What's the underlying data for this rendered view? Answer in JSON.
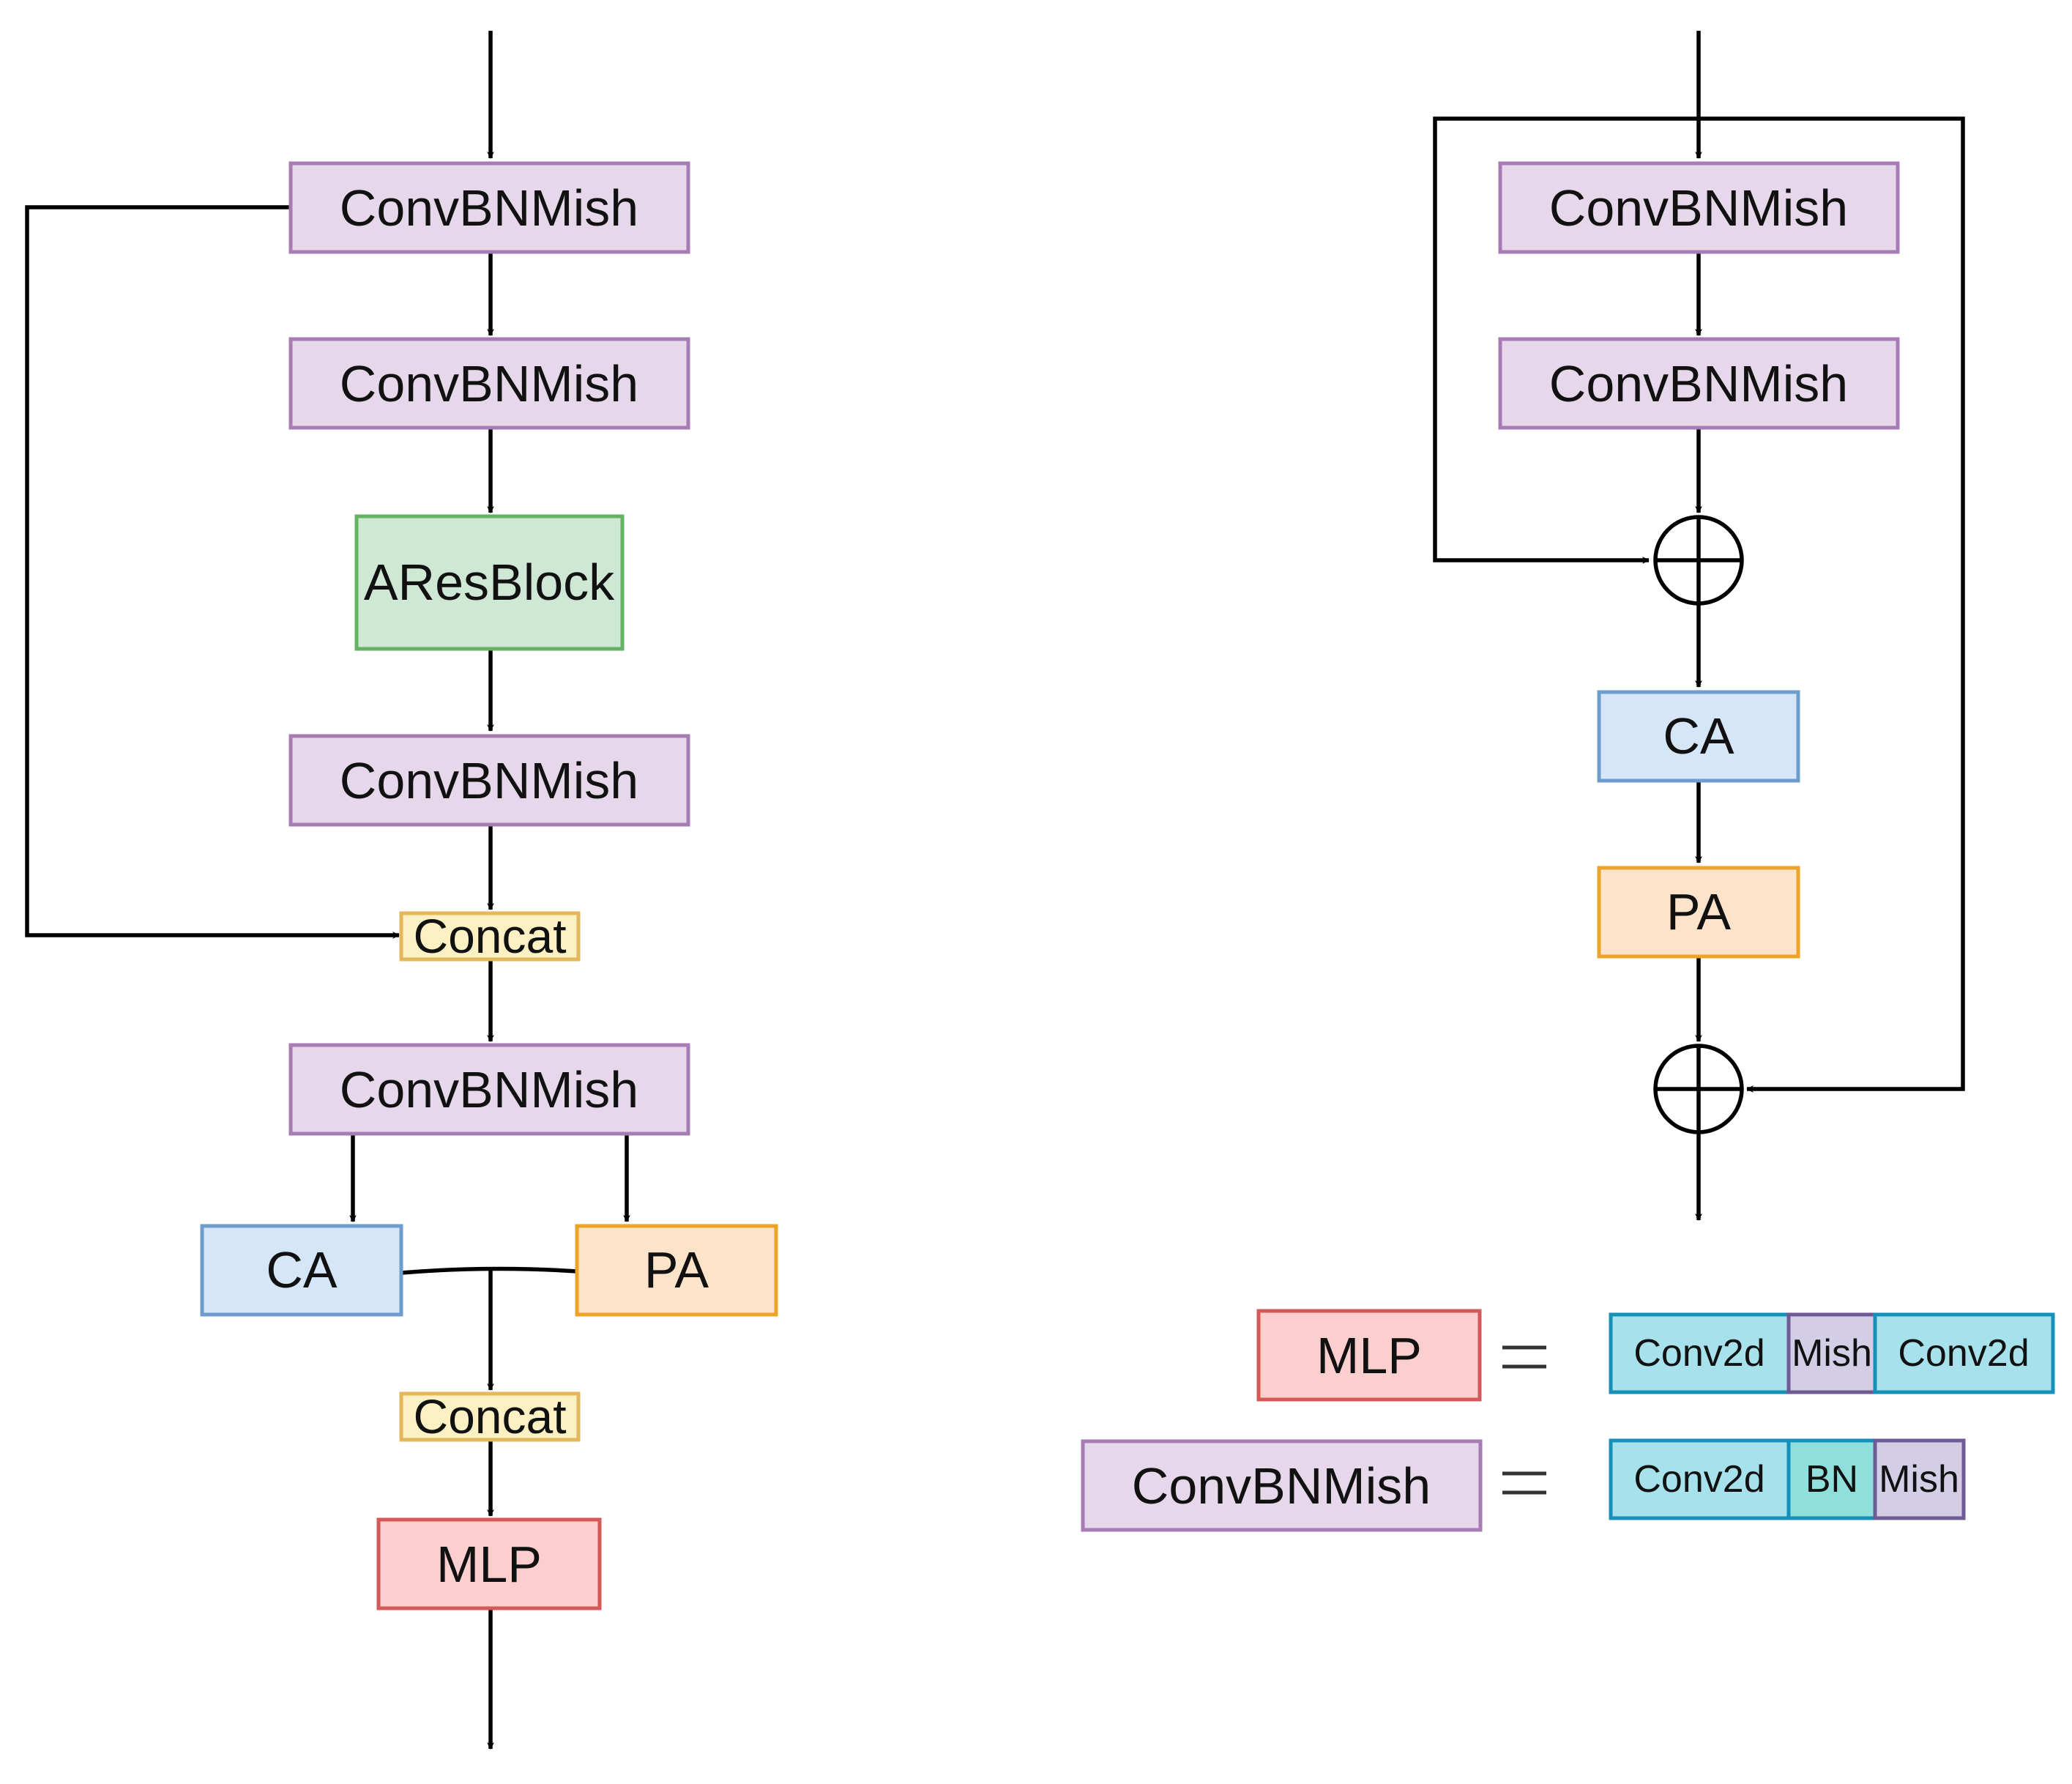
{
  "colors": {
    "convbnmish": {
      "fill": "#e6d8ea",
      "stroke": "#a77bb4"
    },
    "aresblock": {
      "fill": "#cfe8d6",
      "stroke": "#66b264"
    },
    "concat": {
      "fill": "#fdf0c2",
      "stroke": "#e3b75a"
    },
    "ca": {
      "fill": "#d4e6f8",
      "stroke": "#6d9ccd"
    },
    "pa": {
      "fill": "#fde3c9",
      "stroke": "#eba328"
    },
    "mlp": {
      "fill": "#fccfcf",
      "stroke": "#d45a5a"
    },
    "conv2d": {
      "fill": "#a6e1ec",
      "stroke": "#1590b8"
    },
    "bn": {
      "fill": "#8fe0dc",
      "stroke": "#1590b8"
    },
    "mish": {
      "fill": "#d3cde6",
      "stroke": "#6e5a94"
    },
    "line": "#000000"
  },
  "left_module": {
    "convbnmish_1": "ConvBNMish",
    "convbnmish_2": "ConvBNMish",
    "aresblock": "AResBlock",
    "convbnmish_3": "ConvBNMish",
    "concat_1": "Concat",
    "convbnmish_4": "ConvBNMish",
    "ca": "CA",
    "pa": "PA",
    "concat_2": "Concat",
    "mlp": "MLP"
  },
  "right_module": {
    "convbnmish_1": "ConvBNMish",
    "convbnmish_2": "ConvBNMish",
    "ca": "CA",
    "pa": "PA",
    "add_icon": "circled-plus-icon"
  },
  "legend": {
    "mlp": {
      "label": "MLP",
      "equals": "=",
      "parts": [
        "Conv2d",
        "Mish",
        "Conv2d"
      ]
    },
    "convbnmish": {
      "label": "ConvBNMish",
      "equals": "=",
      "parts": [
        "Conv2d",
        "BN",
        "Mish"
      ]
    }
  }
}
